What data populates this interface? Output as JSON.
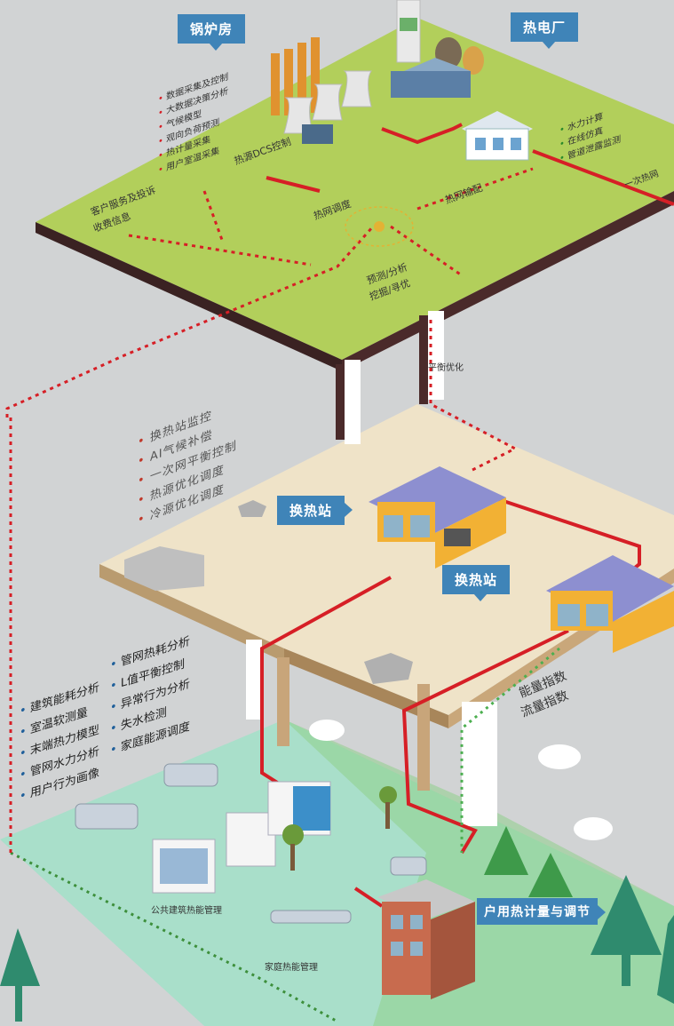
{
  "tags": {
    "boiler_room": "锅炉房",
    "power_plant": "热电厂",
    "exchange_station_1": "换热站",
    "exchange_station_2": "换热站",
    "household_metering": "户用热计量与调节"
  },
  "top_level": {
    "bullets": [
      "数据采集及控制",
      "大数据决策分析",
      "气候模型",
      "观向负荷预测",
      "热计量采集",
      "用户室温采集"
    ],
    "right_bullets": [
      "水力计算",
      "在线仿真",
      "管道泄露监测"
    ],
    "customer_service": "客户服务及投诉",
    "billing": "收费信息",
    "dcs": "热源DCS控制",
    "dispatch": "热网调度",
    "allocation": "热网输配",
    "predict": "预测/分析",
    "mining": "挖掘/寻优",
    "primary_network": "一次热网"
  },
  "balance_label": "平衡优化",
  "middle_level": {
    "items": [
      "换热站监控",
      "AI气候补偿",
      "一次网平衡控制",
      "热源优化调度",
      "冷源优化调度"
    ]
  },
  "bottom_level": {
    "left_items": [
      "建筑能耗分析",
      "室温软测量",
      "末端热力模型",
      "管网水力分析",
      "用户行为画像"
    ],
    "right_items": [
      "管网热耗分析",
      "L值平衡控制",
      "异常行为分析",
      "失水检测",
      "家庭能源调度"
    ],
    "energy_index": "能量指数",
    "flow_index": "流量指数",
    "public_building": "公共建筑热能管理",
    "home_management": "家庭热能管理"
  },
  "colors": {
    "green_ground": "#b2cf5b",
    "beige_ground": "#efe3c8",
    "teal_ground": "#9fdcc6",
    "pipe_red": "#d61f26",
    "tag_blue": "#3f84b8",
    "dotted_green": "#4caf50"
  }
}
